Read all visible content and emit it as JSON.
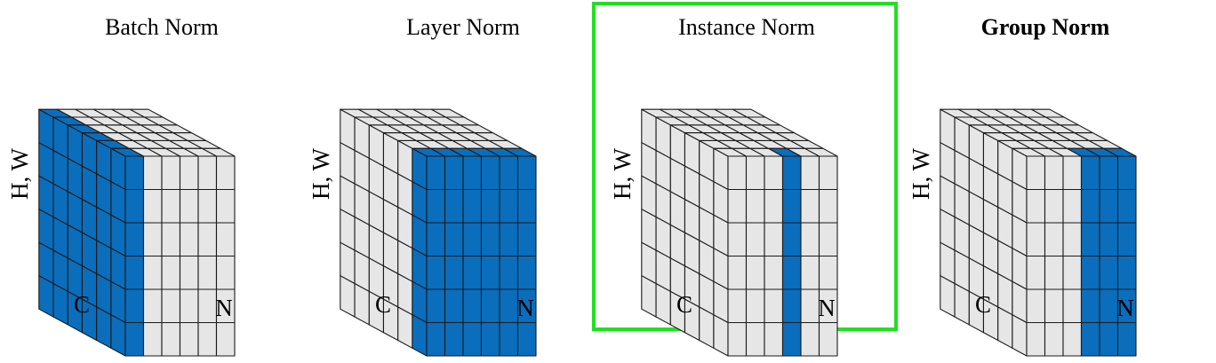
{
  "colors": {
    "highlight": "#0a6ebd",
    "cell": "#e6e6e6",
    "grid_line": "#1a1a1a",
    "selected_frame": "#21e021"
  },
  "axes": {
    "c": "C",
    "n": "N",
    "hw": "H, W"
  },
  "cubes": [
    {
      "id": "batch-norm",
      "title": "Batch Norm",
      "title_bold": false,
      "selected": false,
      "highlight": {
        "c": [
          0,
          6
        ],
        "n": [
          0,
          1
        ]
      }
    },
    {
      "id": "layer-norm",
      "title": "Layer Norm",
      "title_bold": false,
      "selected": false,
      "highlight": {
        "c": [
          0,
          1
        ],
        "n": [
          0,
          6
        ]
      }
    },
    {
      "id": "instance-norm",
      "title": "Instance Norm",
      "title_bold": false,
      "selected": true,
      "highlight": {
        "c": [
          0,
          1
        ],
        "n": [
          3,
          4
        ]
      }
    },
    {
      "id": "group-norm",
      "title": "Group Norm",
      "title_bold": true,
      "selected": false,
      "highlight": {
        "c": [
          0,
          1
        ],
        "n": [
          3,
          6
        ]
      }
    }
  ]
}
